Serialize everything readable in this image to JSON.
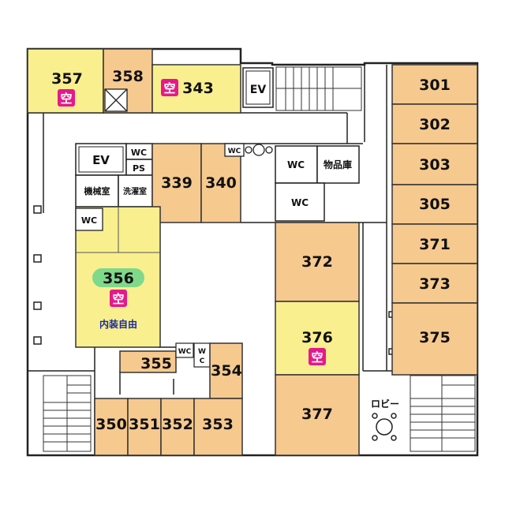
{
  "colors": {
    "rented": "#F6C98F",
    "vacant": "#F9EF8F",
    "vacant_badge": "#E5198A",
    "highlight_badge": "#7FD98A",
    "wall": "#222222",
    "corridor": "#FFFFFF"
  },
  "vacancy_mark": "空",
  "rooms": {
    "r357": "357",
    "r358": "358",
    "r343": "343",
    "r339": "339",
    "r340": "340",
    "r356": "356",
    "r355": "355",
    "r354": "354",
    "r350": "350",
    "r351": "351",
    "r352": "352",
    "r353": "353",
    "r372": "372",
    "r376": "376",
    "r377": "377",
    "r301": "301",
    "r302": "302",
    "r303": "303",
    "r305": "305",
    "r371": "371",
    "r373": "373",
    "r375": "375"
  },
  "facilities": {
    "ev": "EV",
    "wc": "WC",
    "ps": "PS",
    "wc_vertical": [
      "W",
      "C"
    ],
    "storage": "物品庫",
    "machine_room": "機械室",
    "laundry": "洗濯室",
    "lobby": "ロビー"
  },
  "notes": {
    "free_interior": "内装自由"
  }
}
